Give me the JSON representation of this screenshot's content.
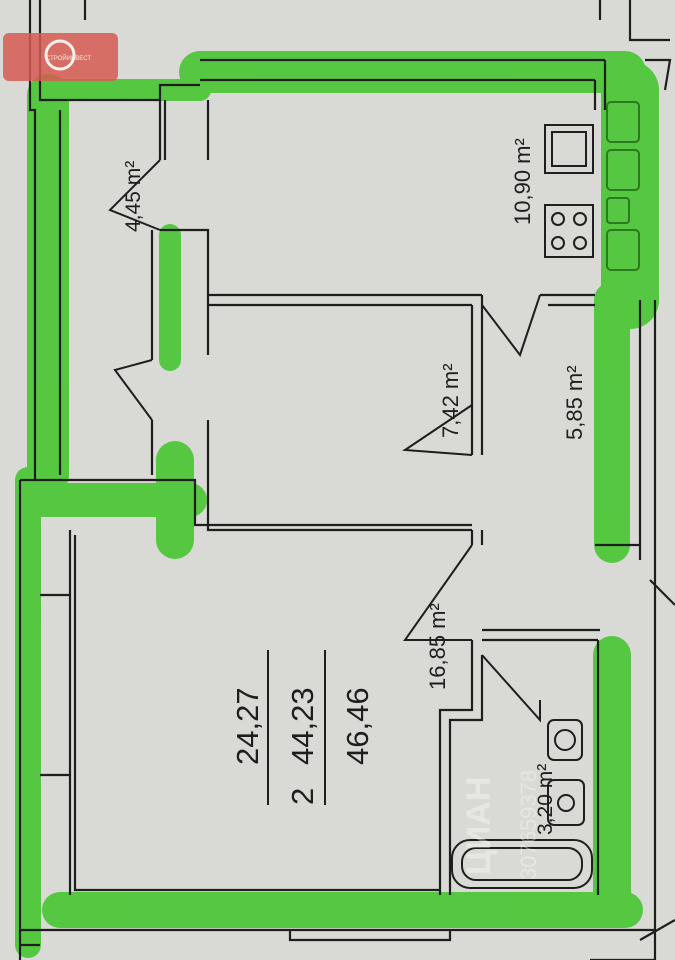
{
  "colors": {
    "paper": "#d9dad5",
    "wall_highlight": "#4ec63a",
    "line": "#1e1e1e",
    "logo_badge": "#d65a52"
  },
  "logo": {
    "icon": "brand-logo-icon",
    "text": "СТРОЙИНВЕСТ"
  },
  "rooms": {
    "hall_area": "4,45 m²",
    "corridor_area": "7,42 m²",
    "kitchen_area": "10,90 m²",
    "loggia_area": "5,85 m²",
    "living_area": "16,85 m²",
    "bath_area": "3,20 m²"
  },
  "summary": {
    "living": "24,27",
    "rooms_total": "2",
    "total_without": "44,23",
    "total_with": "46,46"
  },
  "watermark": {
    "brand": "ЦИАН",
    "id": "307659378"
  }
}
